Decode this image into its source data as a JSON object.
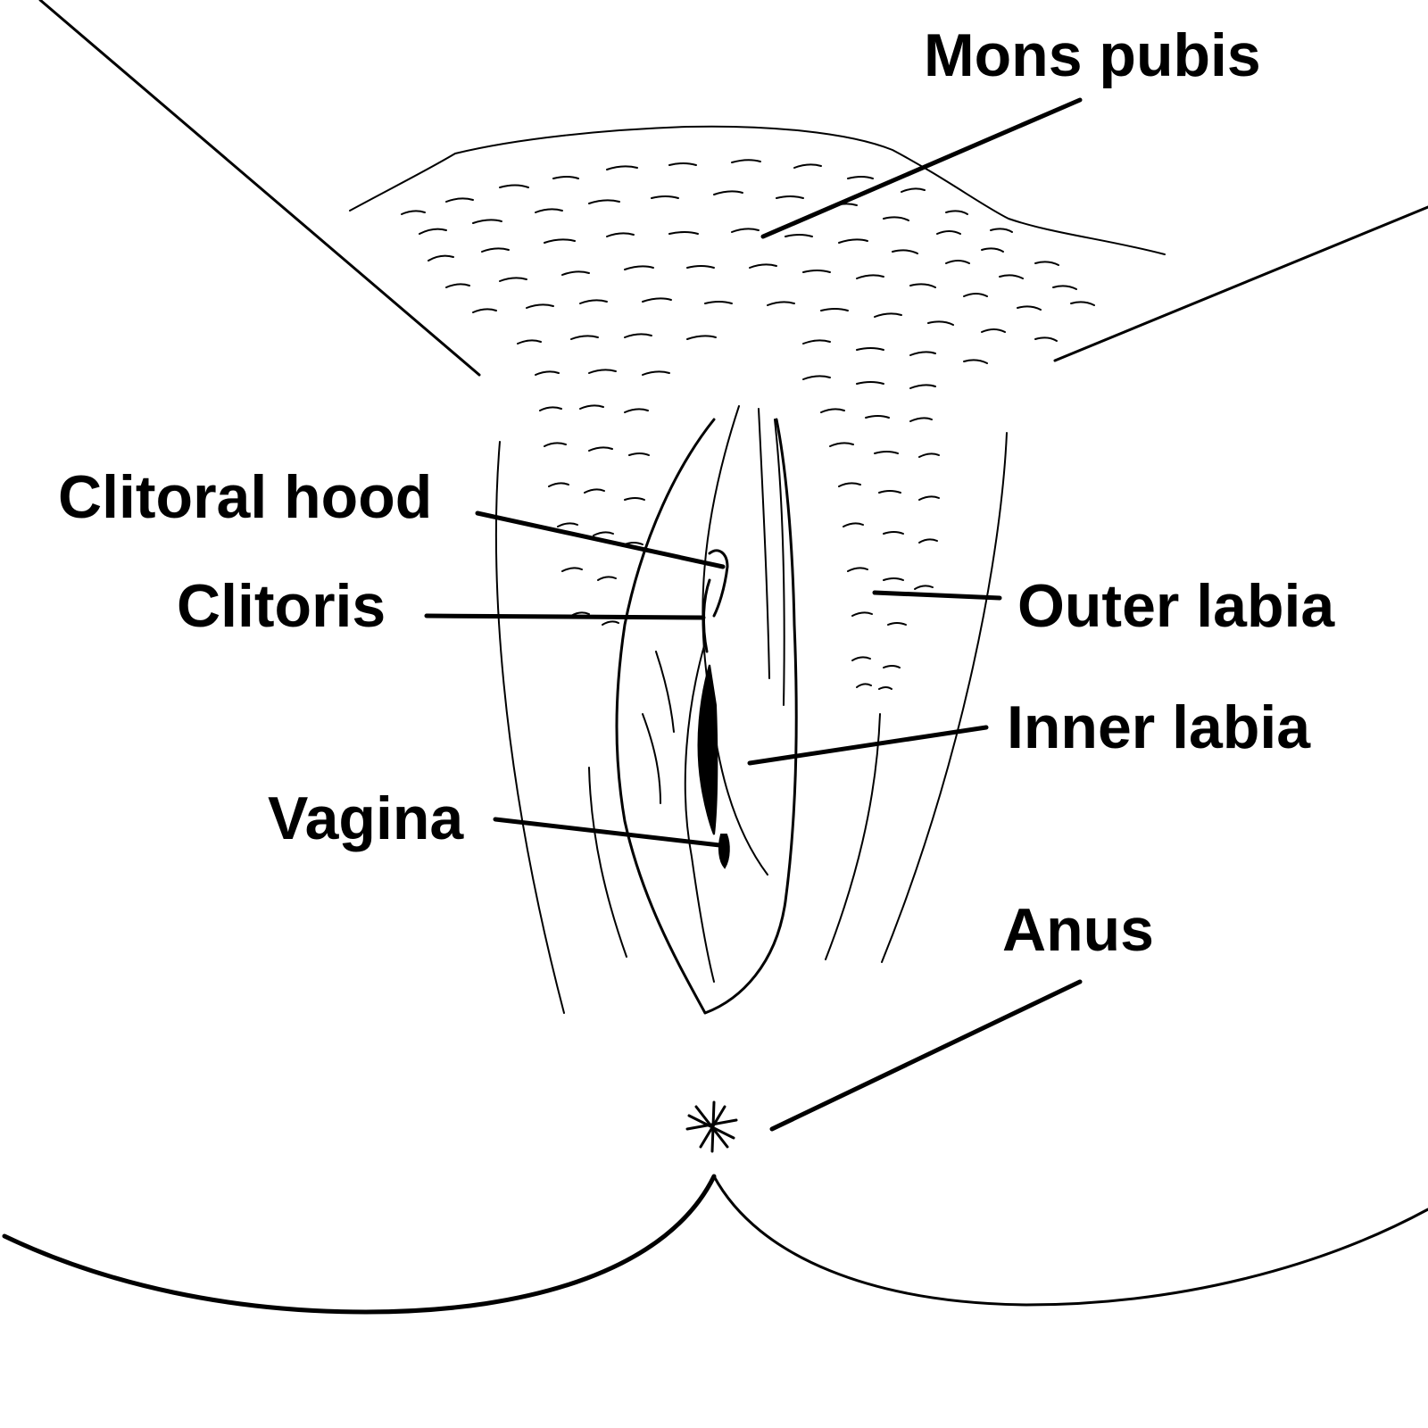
{
  "labels": {
    "mons_pubis": "Mons pubis",
    "clitoral_hood": "Clitoral hood",
    "clitoris": "Clitoris",
    "outer_labia": "Outer labia",
    "inner_labia": "Inner labia",
    "vagina": "Vagina",
    "anus": "Anus"
  },
  "colors": {
    "ink": "#000000",
    "background": "#ffffff"
  }
}
